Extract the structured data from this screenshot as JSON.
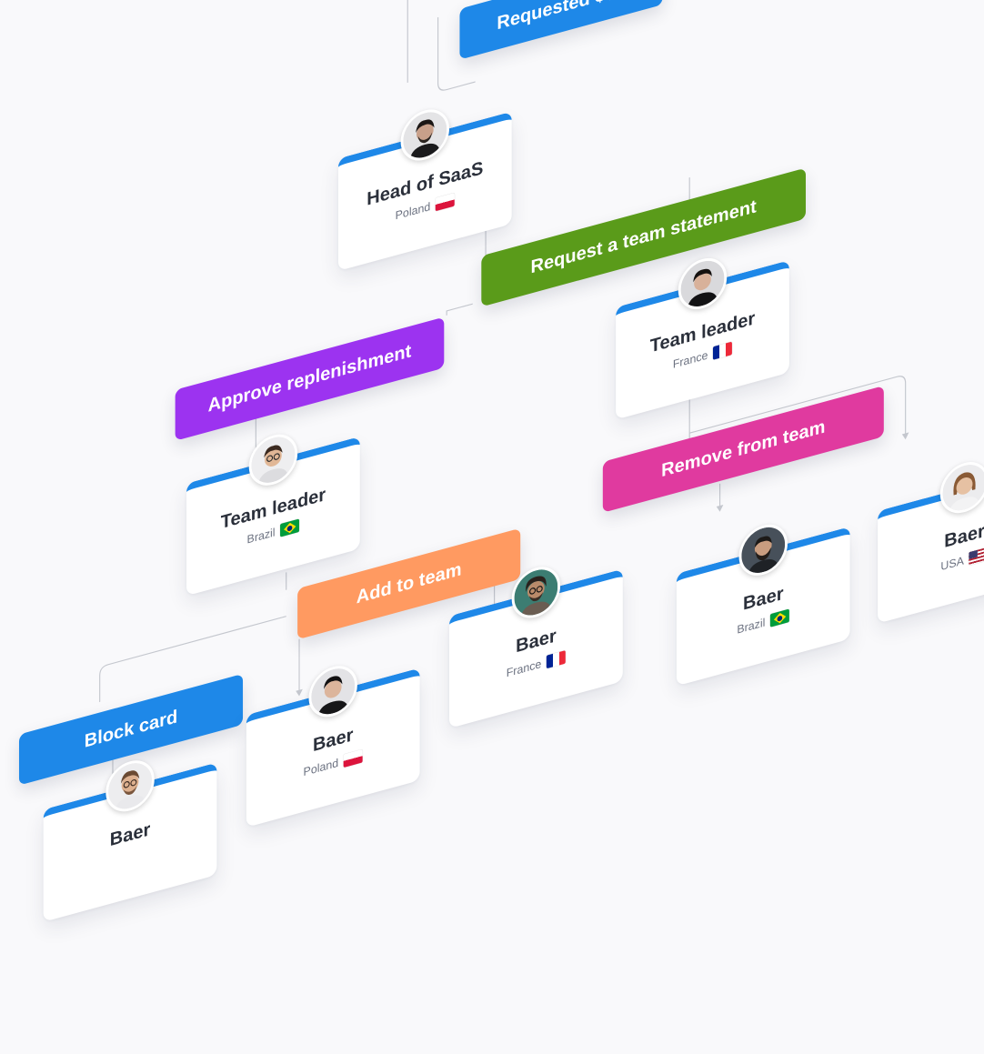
{
  "colors": {
    "card_accent": "#1e88e8",
    "connector": "#c4c7ce",
    "blue": "#1e88e8",
    "green": "#5a9b1a",
    "purple": "#9c33f0",
    "orange": "#ff9a61",
    "magenta": "#e03a9f"
  },
  "actions": {
    "requested": {
      "label": "Requested $$$",
      "color": "#1e88e8"
    },
    "request_statement": {
      "label": "Request a team statement",
      "color": "#5a9b1a"
    },
    "approve": {
      "label": "Approve replenishment",
      "color": "#9c33f0"
    },
    "add_team": {
      "label": "Add to team",
      "color": "#ff9a61"
    },
    "remove_team": {
      "label": "Remove from team",
      "color": "#e03a9f"
    },
    "block_card": {
      "label": "Block card",
      "color": "#1e88e8"
    }
  },
  "nodes": {
    "head": {
      "title": "Head of SaaS",
      "country": "Poland",
      "flag": "flag-poland",
      "avatar": "man-dark-hair-beard"
    },
    "leader_brazil": {
      "title": "Team leader",
      "country": "Brazil",
      "flag": "flag-brazil",
      "avatar": "man-glasses-smiling"
    },
    "leader_france": {
      "title": "Team leader",
      "country": "France",
      "flag": "flag-france",
      "avatar": "man-dark-hair"
    },
    "baer_block": {
      "title": "Baer",
      "country": "",
      "flag": "",
      "avatar": "man-glasses-beard"
    },
    "baer_poland": {
      "title": "Baer",
      "country": "Poland",
      "flag": "flag-poland",
      "avatar": "man-short-hair"
    },
    "baer_france": {
      "title": "Baer",
      "country": "France",
      "flag": "flag-france",
      "avatar": "man-curly-glasses"
    },
    "baer_brazil": {
      "title": "Baer",
      "country": "Brazil",
      "flag": "flag-brazil",
      "avatar": "man-beard"
    },
    "baer_usa": {
      "title": "Baer",
      "country": "USA",
      "flag": "flag-usa",
      "avatar": "man-long-hair"
    }
  }
}
